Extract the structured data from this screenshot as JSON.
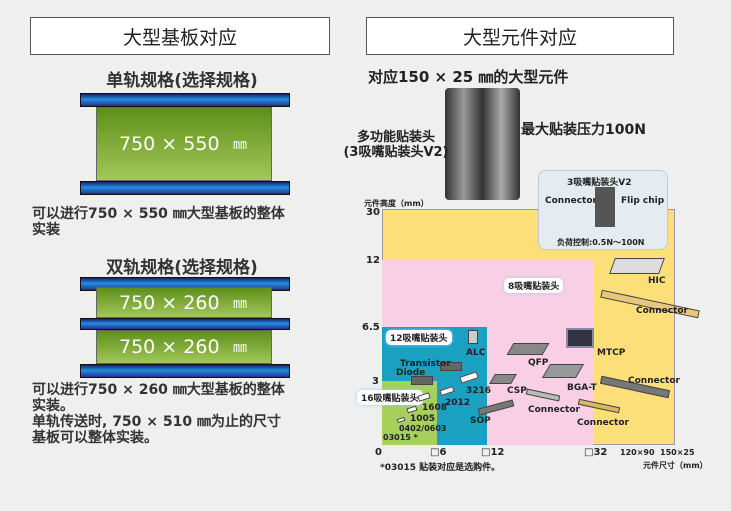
{
  "left": {
    "header": "大型基板对应",
    "single_title": "单轨规格(选择规格)",
    "single_board": {
      "dim": "750 × 550",
      "unit": "㎜"
    },
    "single_desc": [
      "可以进行750 × 550 ㎜大型基板的整体",
      "实装"
    ],
    "dual_title": "双轨规格(选择规格)",
    "dual_boards": [
      {
        "dim": "750 × 260",
        "unit": "㎜"
      },
      {
        "dim": "750 × 260",
        "unit": "㎜"
      }
    ],
    "dual_desc": [
      "可以进行750 × 260 ㎜大型基板的整体",
      "实装。",
      "单轨传送时, 750 × 510 ㎜为止的尺寸",
      "基板可以整体实装。"
    ]
  },
  "right": {
    "header": "大型元件对应",
    "headline": "对应150 × 25 ㎜的大型元件",
    "max_force": "最大贴装压力100N",
    "multi_head": [
      "多功能贴装头",
      "(3吸嘴贴装头V2)"
    ],
    "inset": {
      "title": "3吸嘴贴装头V2",
      "left": "Connector",
      "right": "Flip chip",
      "load": "负荷控制:0.5N～100N"
    },
    "chart": {
      "ylabel": "元件高度（mm）",
      "yticks": [
        "30",
        "12",
        "6.5",
        "3",
        "0"
      ],
      "xticks": [
        "□6",
        "□12",
        "□32",
        "120×90",
        "150×25"
      ],
      "xlabel": "元件尺寸（mm）",
      "footnote": "*03015  贴装对应是选购件。",
      "regions": [
        "8吸嘴贴装头",
        "12吸嘴贴装头",
        "16吸嘴贴装头"
      ],
      "components": [
        "HIC",
        "Connector",
        "MTCP",
        "ALC",
        "QFP",
        "Transistor",
        "Diode",
        "3216",
        "2012",
        "1608",
        "1005",
        "0402/0603",
        "03015  *",
        "CSP",
        "BGA-T",
        "Connector",
        "SOP",
        "Connector",
        "Connector"
      ]
    },
    "colors": {
      "yellow": "#fddf7a",
      "pink": "#f8cfe4",
      "teal": "#1aa0c0",
      "green": "#a7cf5c"
    }
  }
}
